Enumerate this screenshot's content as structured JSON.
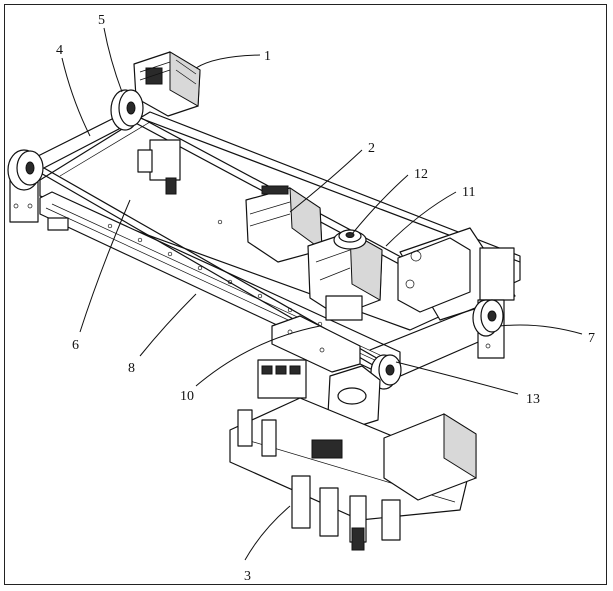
{
  "figure": {
    "callouts": [
      {
        "id": "1",
        "label": "1"
      },
      {
        "id": "2",
        "label": "2"
      },
      {
        "id": "3",
        "label": "3"
      },
      {
        "id": "4",
        "label": "4"
      },
      {
        "id": "5",
        "label": "5"
      },
      {
        "id": "6",
        "label": "6"
      },
      {
        "id": "7",
        "label": "7"
      },
      {
        "id": "8",
        "label": "8"
      },
      {
        "id": "10",
        "label": "10"
      },
      {
        "id": "11",
        "label": "11"
      },
      {
        "id": "12",
        "label": "12"
      },
      {
        "id": "13",
        "label": "13"
      }
    ]
  }
}
